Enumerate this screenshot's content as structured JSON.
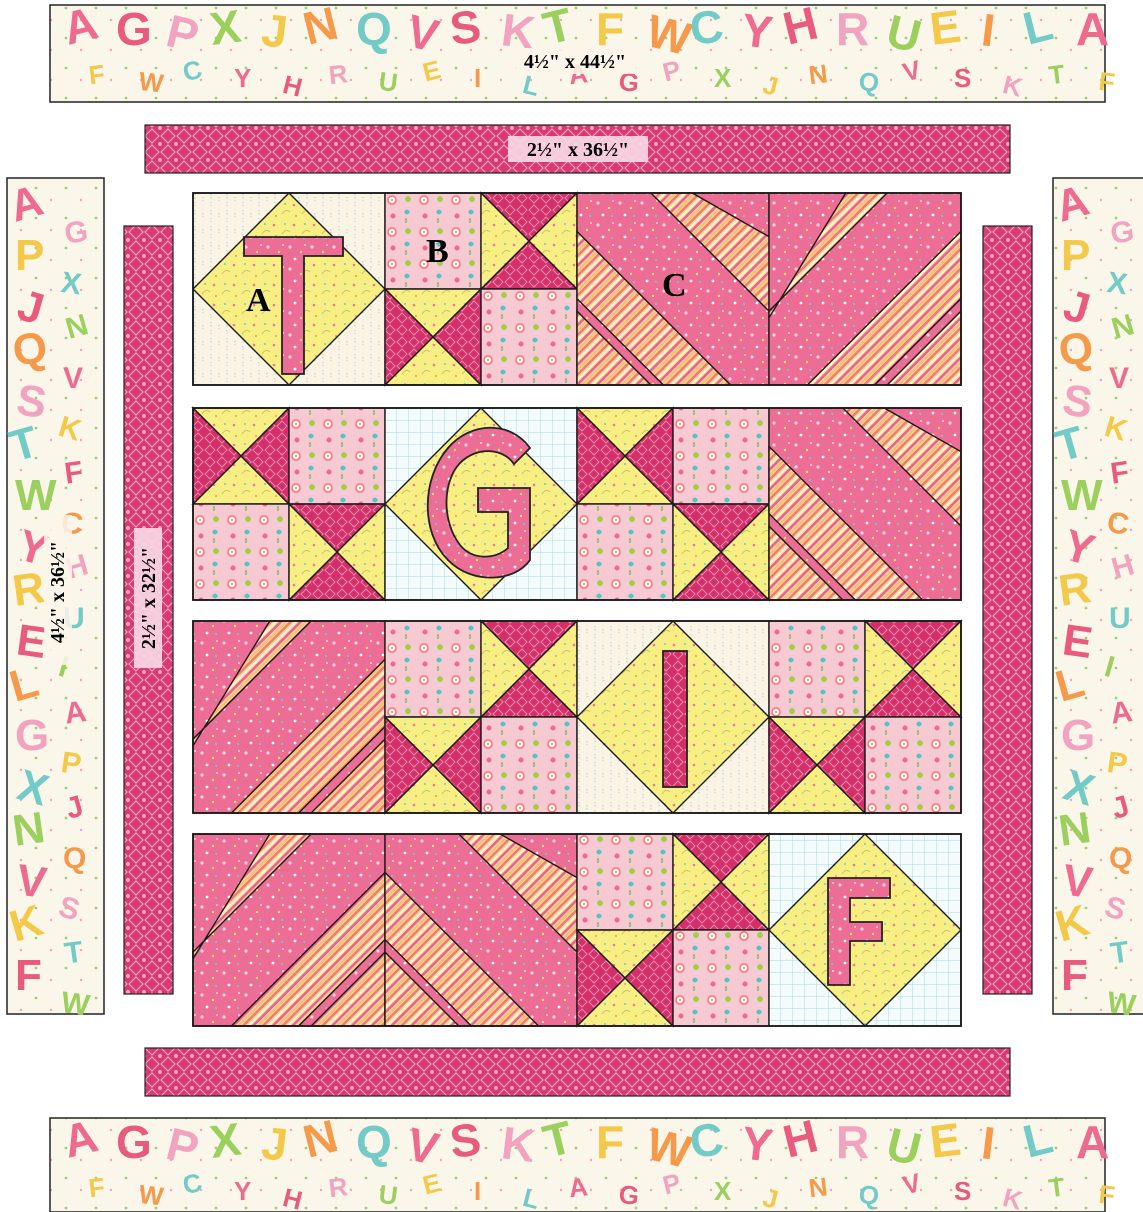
{
  "strips": {
    "top_border": "4½\" x 44½\"",
    "top_sashing": "2½\" x 36½\"",
    "left_border": "4½\" x 36½\"",
    "left_sashing": "2½\" x 32½\""
  },
  "block_labels": {
    "a": "A",
    "b": "B",
    "c": "C"
  },
  "letters": [
    "T",
    "G",
    "I",
    "F"
  ],
  "colors": {
    "pink": "#e45b8c",
    "dark_pink": "#d93a72",
    "yellow": "#f7ef84",
    "light_pink": "#f6c5cf",
    "cream": "#fbf3e4",
    "blue_grid": "#bfe3ea",
    "outline": "#111111"
  },
  "border_print_letters": [
    "A",
    "F",
    "G",
    "W",
    "P",
    "C",
    "X",
    "Y",
    "J",
    "H",
    "N",
    "R",
    "Q",
    "U",
    "V",
    "E",
    "S",
    "I",
    "K",
    "L",
    "T"
  ]
}
